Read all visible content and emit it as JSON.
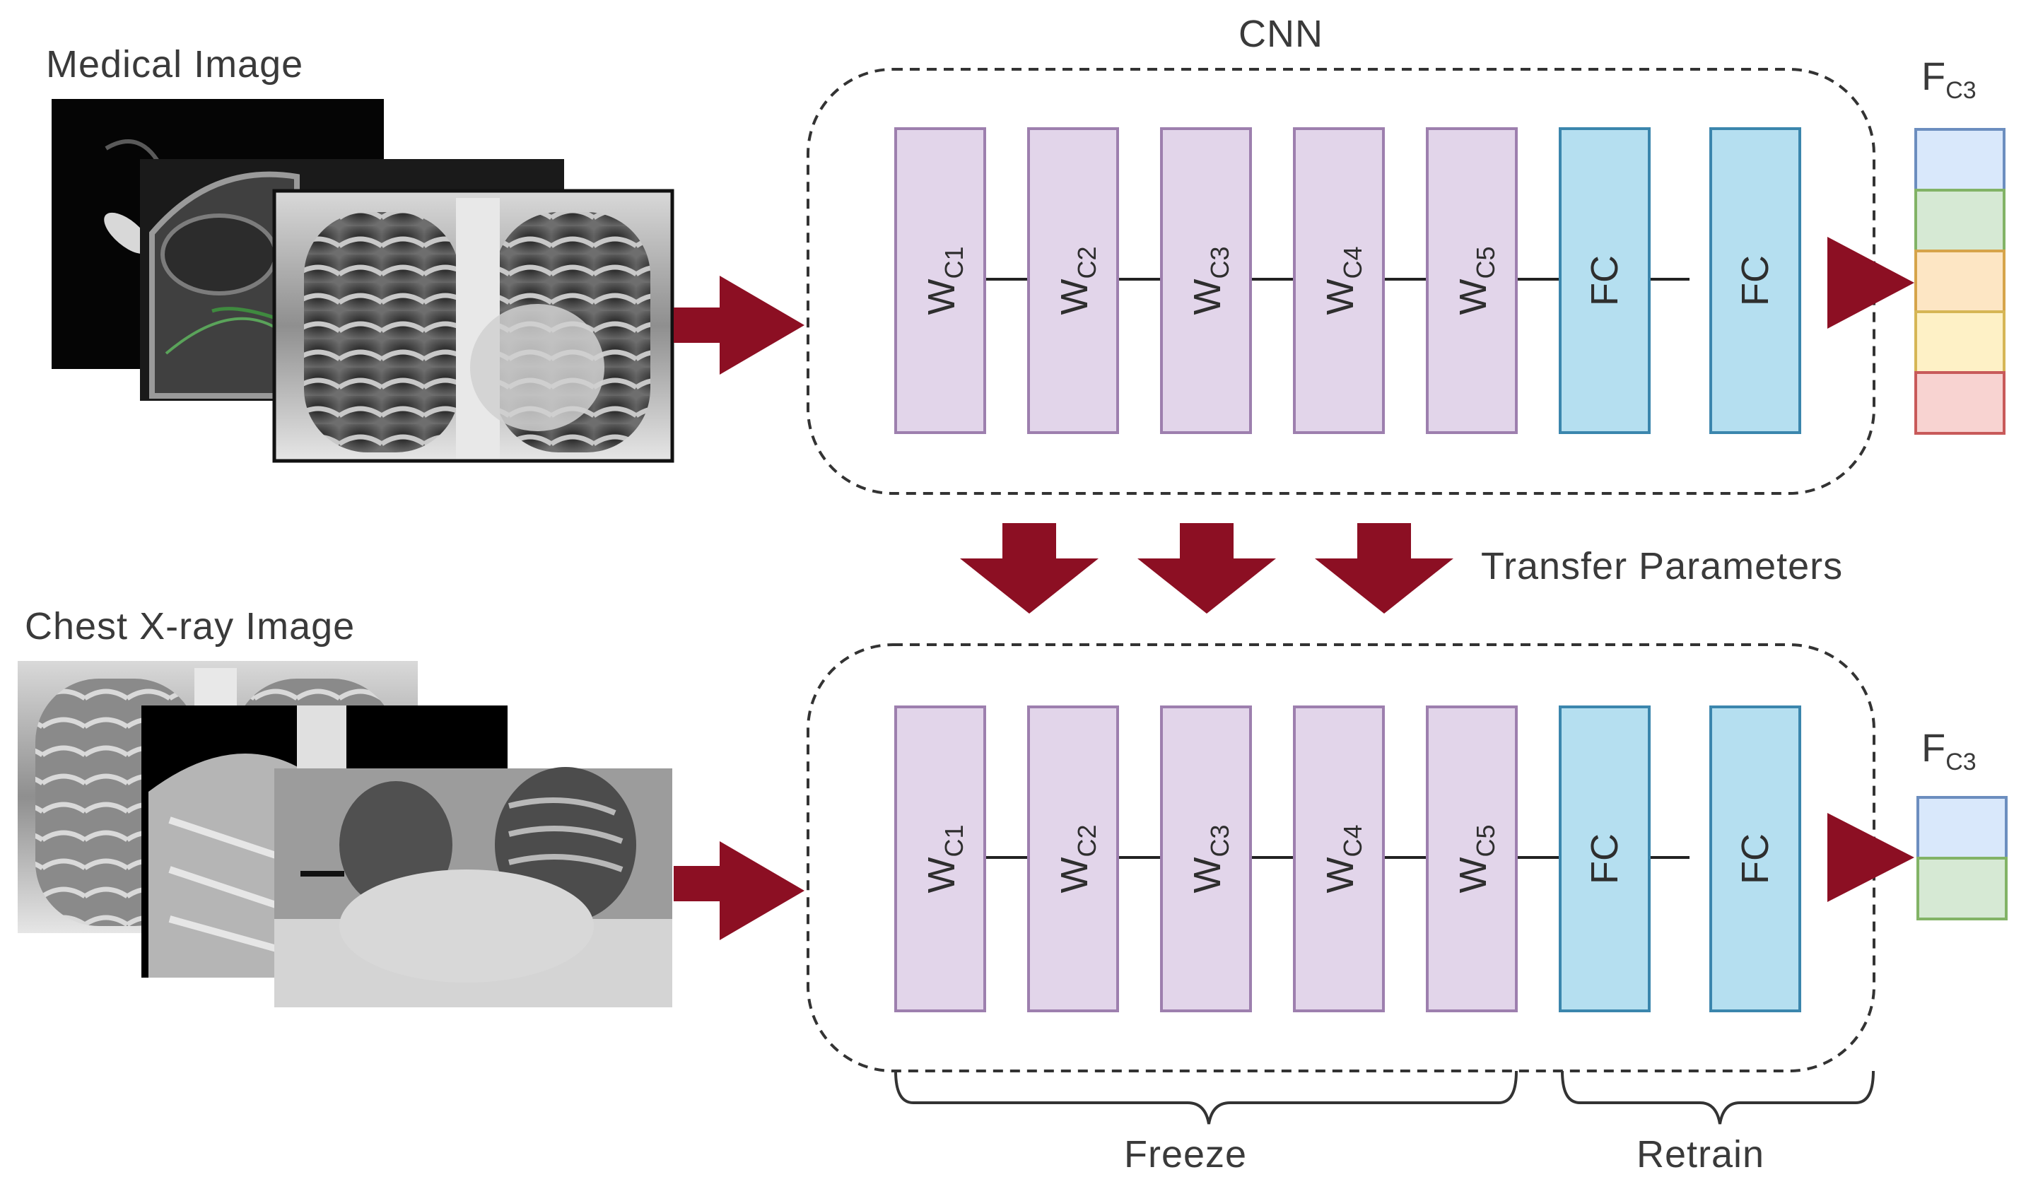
{
  "title_cnn": "CNN",
  "source_label": "Medical Image",
  "target_label": "Chest X-ray Image",
  "transfer_label": "Transfer Parameters",
  "freeze_label": "Freeze",
  "retrain_label": "Retrain",
  "output_label": {
    "main": "F",
    "sub": "C3"
  },
  "conv_layers": [
    {
      "main": "W",
      "sub": "C1"
    },
    {
      "main": "W",
      "sub": "C2"
    },
    {
      "main": "W",
      "sub": "C3"
    },
    {
      "main": "W",
      "sub": "C4"
    },
    {
      "main": "W",
      "sub": "C5"
    }
  ],
  "fc_layers": [
    "FC",
    "FC"
  ],
  "source_output_classes": 5,
  "target_output_classes": 2,
  "colors": {
    "conv_fill": "#e2d5ea",
    "conv_stroke": "#9d7fae",
    "fc_fill": "#b5dff0",
    "fc_stroke": "#3b86ad",
    "arrow": "#8c0f23",
    "output_cells": [
      "#d9e8fb",
      "#d6e9d4",
      "#fde6c4",
      "#fef1c6",
      "#f8d3d1"
    ],
    "output_strokes": [
      "#6c8ebf",
      "#82b366",
      "#d6a44a",
      "#d6b656",
      "#c85a5a"
    ]
  }
}
